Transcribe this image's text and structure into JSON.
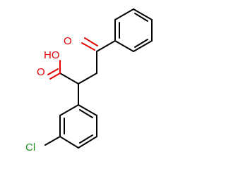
{
  "molecule": {
    "atoms": {
      "carboxyl_oh": "HO",
      "carboxyl_o": "O",
      "ketone_o": "O",
      "chlorine": "Cl"
    },
    "colors": {
      "bond": "#000000",
      "oxygen": "#e60000",
      "chlorine": "#1f8f1f",
      "background": "#ffffff"
    }
  }
}
